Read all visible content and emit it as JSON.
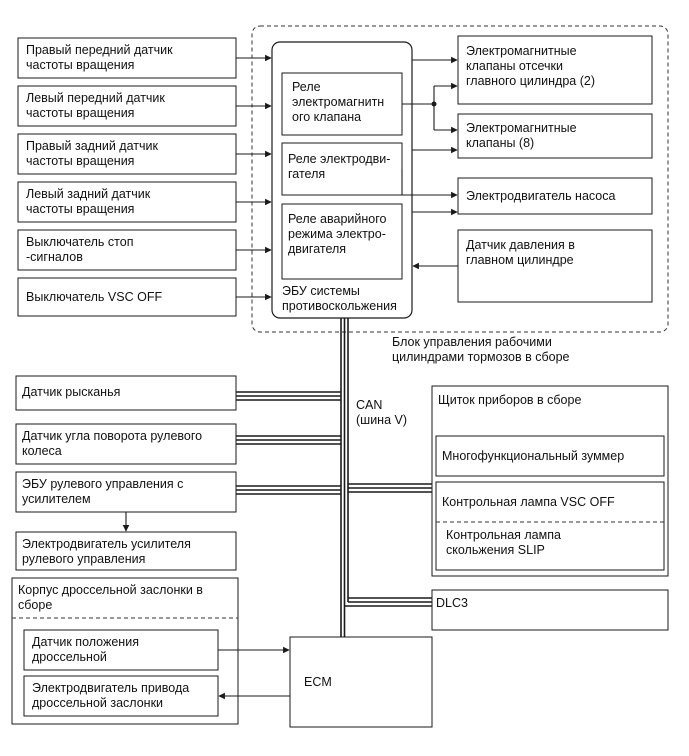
{
  "colors": {
    "line": "#1a1a1a",
    "background": "#ffffff"
  },
  "left_sensors": [
    {
      "id": "rf_speed",
      "label": "Правый передний датчик\nчастоты вращения"
    },
    {
      "id": "lf_speed",
      "label": "Левый передний датчик\nчастоты вращения"
    },
    {
      "id": "rr_speed",
      "label": "Правый задний датчик\nчастоты вращения"
    },
    {
      "id": "lr_speed",
      "label": "Левый задний датчик\nчастоты вращения"
    },
    {
      "id": "stop_switch",
      "label": "Выключатель стоп\n-сигналов"
    },
    {
      "id": "vsc_off_switch",
      "label": "Выключатель VSC OFF"
    }
  ],
  "ecu": {
    "label": "ЭБУ системы\nпротивоскольжения",
    "relays": [
      {
        "id": "solenoid_relay",
        "label": "Реле\nэлектромагнитн\nого клапана"
      },
      {
        "id": "motor_relay",
        "label": "Реле электродви-\nгателя"
      },
      {
        "id": "fail_safe_relay",
        "label": "Реле аварийного\nрежима электро-\nдвигателя"
      }
    ]
  },
  "right_outputs": [
    {
      "id": "cutoff_valves",
      "label": "Электромагнитные\nклапаны отсечки\nглавного цилиндра (2)"
    },
    {
      "id": "solenoid_valves",
      "label": "Электромагнитные\nклапаны (8)"
    },
    {
      "id": "pump_motor",
      "label": "Электродвигатель насоса"
    },
    {
      "id": "pressure_sensor",
      "label": "Датчик давления в\nглавном цилиндре"
    }
  ],
  "actuator_assembly_label": "Блок управления рабочими\nцилиндрами тормозов в сборе",
  "can_bus_label": "CAN\n(шина V)",
  "bus_devices": [
    {
      "id": "yaw_sensor",
      "label": "Датчик рысканья"
    },
    {
      "id": "steering_angle_sensor",
      "label": "Датчик угла поворота рулевого\nколеса"
    },
    {
      "id": "eps_ecu",
      "label": "ЭБУ рулевого управления с\nусилителем"
    },
    {
      "id": "eps_motor",
      "label": "Электродвигатель усилителя\nрулевого управления"
    }
  ],
  "throttle_body": {
    "title": "Корпус дроссельной заслонки в\nсборе",
    "items": [
      {
        "id": "throttle_sensor",
        "label": "Датчик положения\nдроссельной"
      },
      {
        "id": "throttle_motor",
        "label": "Электродвигатель привода\nдроссельной заслонки"
      }
    ]
  },
  "ecm_label": "ECM",
  "combination_meter": {
    "title": "Щиток приборов в сборе",
    "items": [
      {
        "id": "buzzer",
        "label": "Многофункциональный зуммер"
      },
      {
        "id": "vsc_off_lamp",
        "label": "Контрольная лампа VSC OFF"
      },
      {
        "id": "slip_lamp",
        "label": "Контрольная лампа\nскольжения SLIP"
      }
    ]
  },
  "dlc3_label": "DLC3"
}
